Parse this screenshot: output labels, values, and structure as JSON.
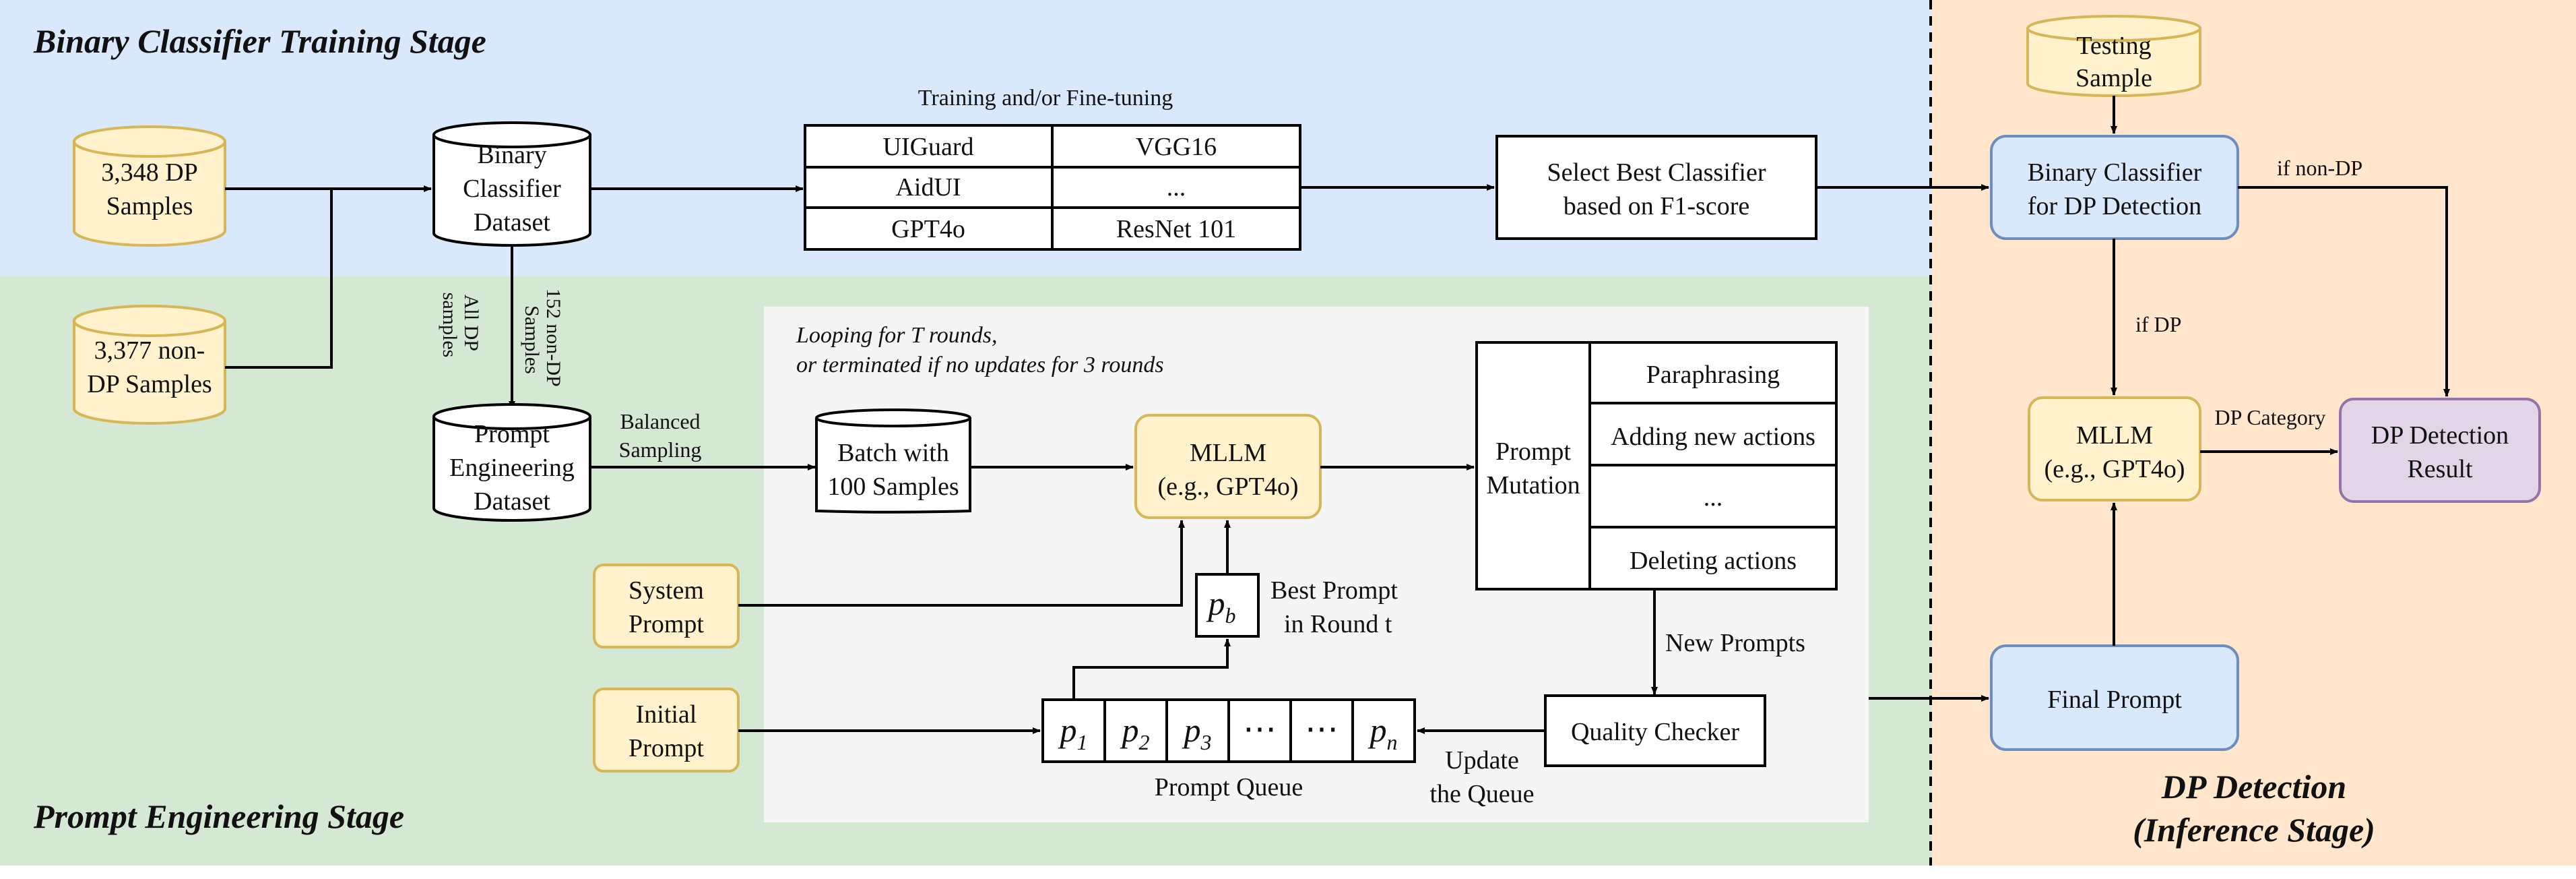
{
  "stages": {
    "training": "Binary Classifier Training Stage",
    "prompt_engineering": "Prompt Engineering Stage",
    "inference_line1": "DP Detection",
    "inference_line2": "(Inference Stage)"
  },
  "training": {
    "dp_samples": [
      "3,348 DP",
      "Samples"
    ],
    "non_dp_samples": [
      "3,377 non-",
      "DP Samples"
    ],
    "binary_dataset": [
      "Binary",
      "Classifier",
      "Dataset"
    ],
    "table_caption": "Training and/or Fine-tuning",
    "table_cells": [
      [
        "UIGuard",
        "VGG16"
      ],
      [
        "AidUI",
        "..."
      ],
      [
        "GPT4o",
        "ResNet 101"
      ]
    ],
    "select_best": [
      "Select Best Classifier",
      "based on F1-score"
    ]
  },
  "prompt": {
    "all_dp": [
      "All DP",
      "samples"
    ],
    "non_dp_152": [
      "152 non-DP",
      "Samples"
    ],
    "pe_dataset": [
      "Prompt",
      "Engineering",
      "Dataset"
    ],
    "balanced": [
      "Balanced",
      "Sampling"
    ],
    "loop_note": [
      "Looping for T rounds,",
      "or terminated if no updates for 3 rounds"
    ],
    "batch": [
      "Batch with",
      "100 Samples"
    ],
    "mllm": [
      "MLLM",
      "(e.g., GPT4o)"
    ],
    "mutation_label": [
      "Prompt",
      "Mutation"
    ],
    "mutation_ops": [
      "Paraphrasing",
      "Adding new actions",
      "...",
      "Deleting actions"
    ],
    "system_prompt": [
      "System",
      "Prompt"
    ],
    "initial_prompt": [
      "Initial",
      "Prompt"
    ],
    "best_symbol": "p",
    "best_symbol_sub": "b",
    "best_label": [
      "Best Prompt",
      "in Round t"
    ],
    "new_prompts": "New Prompts",
    "quality_checker": "Quality Checker",
    "update_queue": [
      "Update",
      "the Queue"
    ],
    "queue_label": "Prompt Queue",
    "queue_items": [
      {
        "base": "p",
        "sub": "1"
      },
      {
        "base": "p",
        "sub": "2"
      },
      {
        "base": "p",
        "sub": "3"
      },
      {
        "base": "⋯",
        "sub": ""
      },
      {
        "base": "⋯",
        "sub": ""
      },
      {
        "base": "p",
        "sub": "n"
      }
    ]
  },
  "inference": {
    "testing": [
      "Testing",
      "Sample"
    ],
    "binary_dp": [
      "Binary Classifier",
      "for DP Detection"
    ],
    "if_non_dp": "if non-DP",
    "if_dp": "if DP",
    "mllm": [
      "MLLM",
      "(e.g., GPT4o)"
    ],
    "dp_category": "DP Category",
    "result": [
      "DP Detection",
      "Result"
    ],
    "final_prompt": "Final Prompt"
  },
  "colors": {
    "training_bg": "#dae8fc",
    "prompt_bg": "#d5e8d4",
    "inference_bg": "#ffe6cc",
    "loop_bg": "#f5f5f5",
    "yellow_fill": "#fff2cc",
    "yellow_stroke": "#d6b656",
    "blue_fill": "#dae8fc",
    "blue_stroke": "#6c8ebf",
    "purple_fill": "#e1d5e7",
    "purple_stroke": "#9673a6"
  }
}
